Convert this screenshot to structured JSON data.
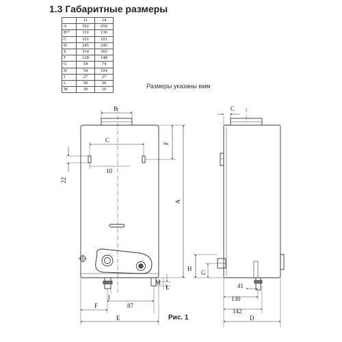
{
  "heading": "1.3 Габаритные размеры",
  "note": "Размеры указаны  вмм",
  "figure_caption": "Рис. 1",
  "table": {
    "headers": [
      "",
      "11",
      "14"
    ],
    "rows": [
      {
        "key": "A",
        "v11": "592",
        "v14": "650"
      },
      {
        "key": "B⁽¹⁾",
        "v11": "110",
        "v14": "130"
      },
      {
        "key": "C",
        "v11": "101",
        "v14": "101"
      },
      {
        "key": "D",
        "v11": "245",
        "v14": "245"
      },
      {
        "key": "E",
        "v11": "314",
        "v14": "365"
      },
      {
        "key": "F",
        "v11": "128",
        "v14": "148"
      },
      {
        "key": "G",
        "v11": "54",
        "v14": "74"
      },
      {
        "key": "H",
        "v11": "54",
        "v14": "104"
      },
      {
        "key": "I",
        "v11": "27",
        "v14": "27"
      },
      {
        "key": "L",
        "v11": "50",
        "v14": "30"
      },
      {
        "key": "M",
        "v11": "30",
        "v14": "10"
      }
    ]
  },
  "front_labels": {
    "b": "B",
    "c": "C",
    "f": "F",
    "ten": "10",
    "twentytwo": "22",
    "a": "A",
    "m": "M",
    "l": "L",
    "i": "I",
    "f2": "F",
    "eightyseven": "87",
    "e": "E"
  },
  "side_labels": {
    "c": "C",
    "h": "H",
    "g": "G",
    "fortyone": "41",
    "onethirty": "130",
    "onefortytwo": "142",
    "d": "D"
  }
}
